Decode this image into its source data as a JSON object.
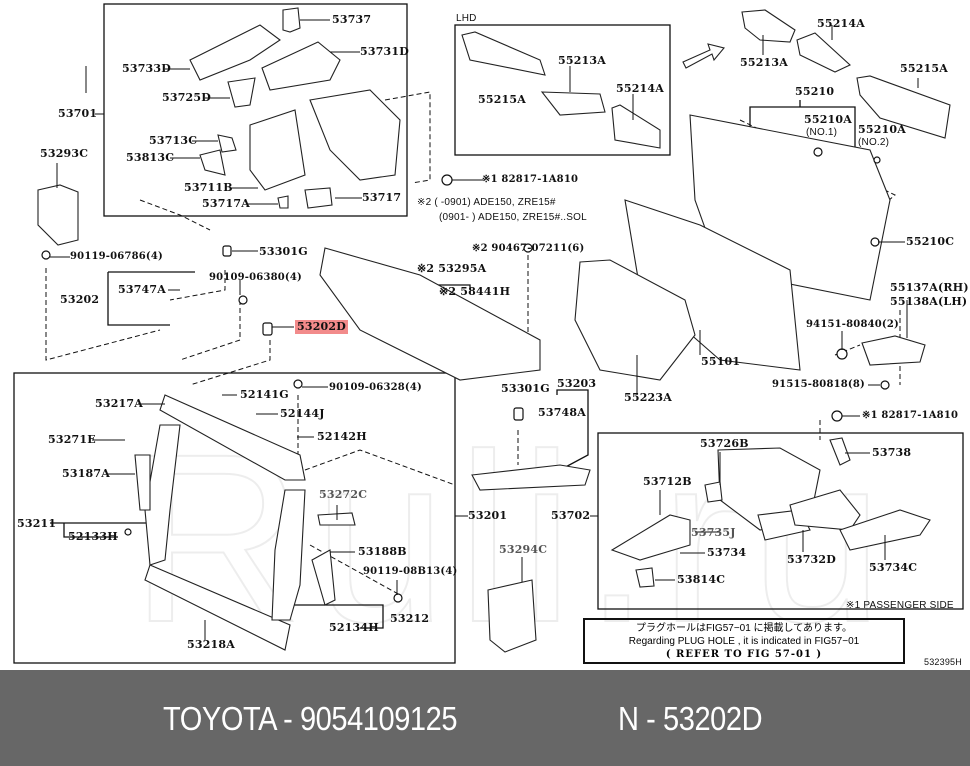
{
  "diagram": {
    "title_code": "532395H",
    "watermark": "Ruli.ru",
    "highlighted_part": "53202D",
    "lhd_label": "LHD",
    "passenger_side_note": "※1 PASSENGER SIDE",
    "applicability": {
      "line1": "※2 (      -0901) ADE150, ZRE15#",
      "line2": "(0901-      ) ADE150, ZRE15#..SOL"
    },
    "plug_hole_note": {
      "japanese": "プラグホールはFIG57−01 に掲載してあります。",
      "english": "Regarding  PLUG  HOLE , it  is  indicated  in  FIG57−01",
      "refer": "(   REFER TO FIG 57-01 )"
    },
    "labels": {
      "p53737": "53737",
      "p53731D": "53731D",
      "p53733D": "53733D",
      "p53725D": "53725D",
      "p53701": "53701",
      "p53713C": "53713C",
      "p53813C": "53813C",
      "p53711B": "53711B",
      "p53717A": "53717A",
      "p53717": "53717",
      "p53293C": "53293C",
      "p55215A_lhd": "55215A",
      "p55213A_lhd": "55213A",
      "p55214A_lhd": "55214A",
      "p82817_top": "※1 82817-1A810",
      "p55213A": "55213A",
      "p55214A": "55214A",
      "p55215A": "55215A",
      "p55210": "55210",
      "p55210A_1": "55210A",
      "p55210A_1_sub": "(NO.1)",
      "p55210A_2": "55210A",
      "p55210A_2_sub": "(NO.2)",
      "p55210C": "55210C",
      "p55137A": "55137A(RH)",
      "p55138A": "55138A(LH)",
      "p94151": "94151-80840(2)",
      "p91515": "91515-80818(8)",
      "p82817_right": "※1 82817-1A810",
      "p55101": "55101",
      "p55223A": "55223A",
      "p90467": "※2 90467-07211(6)",
      "p53295A": "※2 53295A",
      "p58441H": "※2 58441H",
      "p90119_06786": "90119-06786(4)",
      "p53301G_top": "53301G",
      "p90109_06380": "90109-06380(4)",
      "p53747A": "53747A",
      "p53202": "53202",
      "p53202D": "53202D",
      "p53217A": "53217A",
      "p52141G": "52141G",
      "p90109_06328": "90109-06328(4)",
      "p52144J": "52144J",
      "p52142H": "52142H",
      "p53271E": "53271E",
      "p53187A": "53187A",
      "p53211": "53211",
      "p52133H": "52133H",
      "p53272C": "53272C",
      "p53188B": "53188B",
      "p90119_08B13": "90119-08B13(4)",
      "p53212": "53212",
      "p52134H": "52134H",
      "p53218A": "53218A",
      "p53201": "53201",
      "p53301G_mid": "53301G",
      "p53203": "53203",
      "p53748A": "53748A",
      "p53702": "53702",
      "p53294C": "53294C",
      "p53726B": "53726B",
      "p53738": "53738",
      "p53712B": "53712B",
      "p53735J": "53735J",
      "p53734": "53734",
      "p53732D": "53732D",
      "p53734C": "53734C",
      "p53814C": "53814C"
    }
  },
  "footer": {
    "brand_part": "TOYOTA - 9054109125",
    "ref_part": "N - 53202D"
  },
  "colors": {
    "highlight": "#f28b8b",
    "footer_bg": "#676767",
    "line": "#111111"
  }
}
